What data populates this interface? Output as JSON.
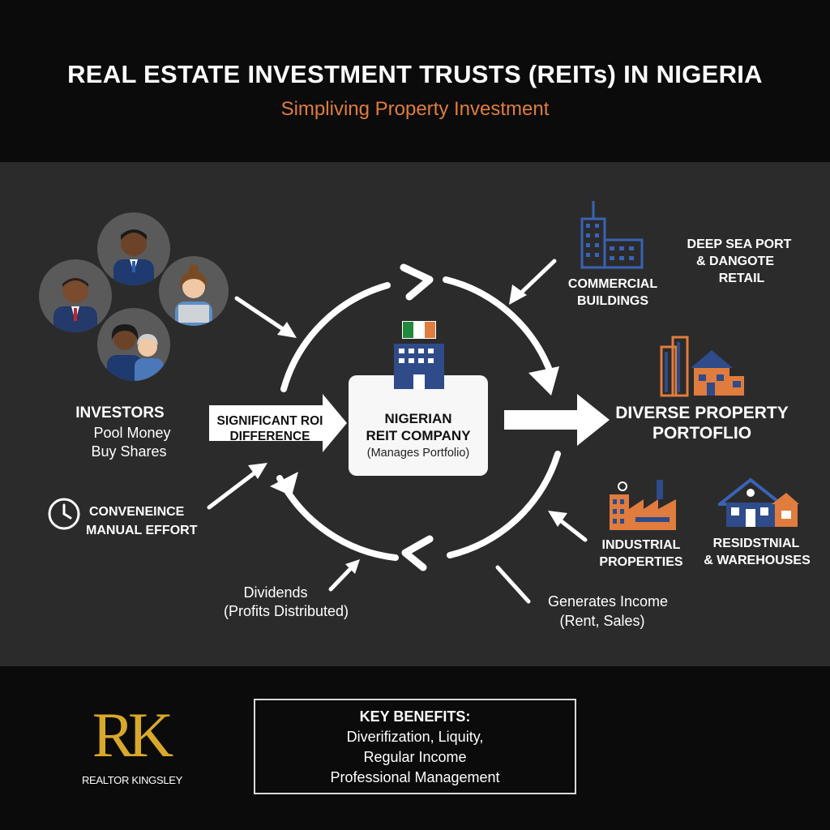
{
  "header": {
    "title": "REAL ESTATE INVESTMENT TRUSTS (REITs) IN NIGERIA",
    "subtitle": "Simpliving Property Investment"
  },
  "investors": {
    "title": "INVESTORS",
    "line1": "Pool Money",
    "line2": "Buy Shares"
  },
  "roi_arrow": {
    "line1": "SIGNIFICANT ROI",
    "line2": "DIFFERENCE"
  },
  "convenience": {
    "line1": "CONVENEINCE",
    "line2": "MANUAL EFFORT"
  },
  "company": {
    "line1": "NIGERIAN",
    "line2": "REIT COMPANY",
    "sub": "(Manages Portfolio)"
  },
  "dividends": {
    "line1": "Dividends",
    "line2": "(Profits Distributed)"
  },
  "income": {
    "line1": "Generates Income",
    "line2": "(Rent, Sales)"
  },
  "commercial": {
    "line1": "COMMERCIAL",
    "line2": "BUILDINGS"
  },
  "deep_sea": {
    "line1": "DEEP SEA PORT",
    "line2": "& DANGOTE",
    "line3": "RETAIL"
  },
  "portfolio": {
    "line1": "DIVERSE PROPERTY",
    "line2": "PORTOFLIO"
  },
  "industrial": {
    "line1": "INDUSTRIAL",
    "line2": "PROPERTIES"
  },
  "residential": {
    "line1": "RESIDSTNIAL",
    "line2": "& WAREHOUSES"
  },
  "benefits": {
    "title": "KEY BENEFITS:",
    "line1": "Diverifization, Liquity,",
    "line2": "Regular Income",
    "line3": "Professional Management"
  },
  "logo": {
    "mark": "RK",
    "caption": "REALTOR KINGSLEY"
  },
  "colors": {
    "accent_orange": "#e07c3e",
    "building_blue": "#2f4b8a",
    "gold": "#d8a82a",
    "panel_bg": "#2b2b2b"
  },
  "icons": [
    "clock-icon",
    "nigeria-flag-icon",
    "office-building-icon",
    "city-house-icon",
    "factory-icon",
    "house-icon"
  ]
}
